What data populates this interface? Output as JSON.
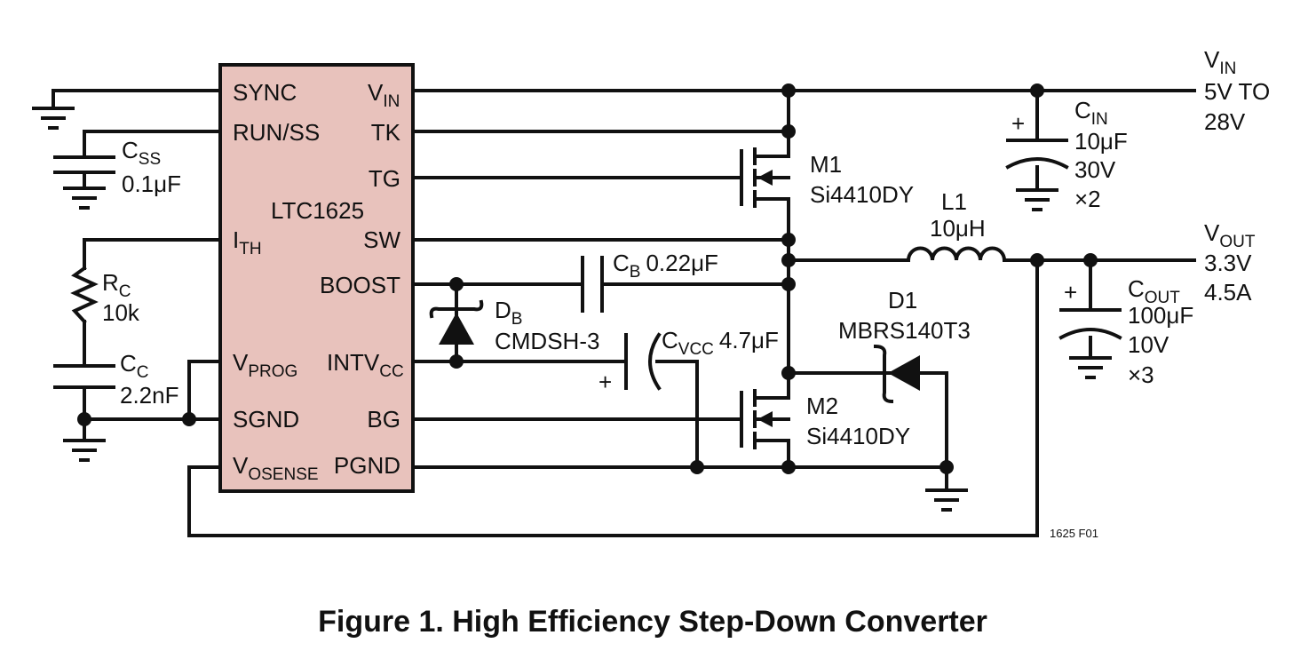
{
  "ic": {
    "name": "LTC1625",
    "fill": "#e8c2bc",
    "pins_left": {
      "sync": "SYNC",
      "run_ss": "RUN/SS",
      "ith_main": "I",
      "ith_sub": "TH",
      "vprog_main": "V",
      "vprog_sub": "PROG",
      "sgnd": "SGND",
      "vosense_main": "V",
      "vosense_sub": "OSENSE"
    },
    "pins_right": {
      "vin_main": "V",
      "vin_sub": "IN",
      "tk": "TK",
      "tg": "TG",
      "sw": "SW",
      "boost": "BOOST",
      "intvcc_main": "INTV",
      "intvcc_sub": "CC",
      "bg": "BG",
      "pgnd": "PGND"
    }
  },
  "components": {
    "css": {
      "name_main": "C",
      "name_sub": "SS",
      "value": "0.1μF"
    },
    "rc": {
      "name_main": "R",
      "name_sub": "C",
      "value": "10k"
    },
    "cc": {
      "name_main": "C",
      "name_sub": "C",
      "value": "2.2nF"
    },
    "db": {
      "name_main": "D",
      "name_sub": "B",
      "part": "CMDSH-3"
    },
    "cb": {
      "name_main": "C",
      "name_sub": "B",
      "value": "0.22μF"
    },
    "cvcc": {
      "name_main": "C",
      "name_sub": "VCC",
      "value": "4.7μF",
      "polarity": "+"
    },
    "m1": {
      "name": "M1",
      "part": "Si4410DY"
    },
    "m2": {
      "name": "M2",
      "part": "Si4410DY"
    },
    "l1": {
      "name": "L1",
      "value": "10μH"
    },
    "d1": {
      "name": "D1",
      "part": "MBRS140T3"
    },
    "cin": {
      "name_main": "C",
      "name_sub": "IN",
      "value": "10μF",
      "voltage": "30V",
      "qty": "×2",
      "polarity": "+"
    },
    "cout": {
      "name_main": "C",
      "name_sub": "OUT",
      "value": "100μF",
      "voltage": "10V",
      "qty": "×3",
      "polarity": "+"
    }
  },
  "rails": {
    "vin": {
      "name_main": "V",
      "name_sub": "IN",
      "range_line1": "5V TO",
      "range_line2": "28V"
    },
    "vout": {
      "name_main": "V",
      "name_sub": "OUT",
      "voltage": "3.3V",
      "current": "4.5A"
    }
  },
  "figure_id": "1625 F01",
  "caption": "Figure 1. High Efficiency Step-Down Converter"
}
